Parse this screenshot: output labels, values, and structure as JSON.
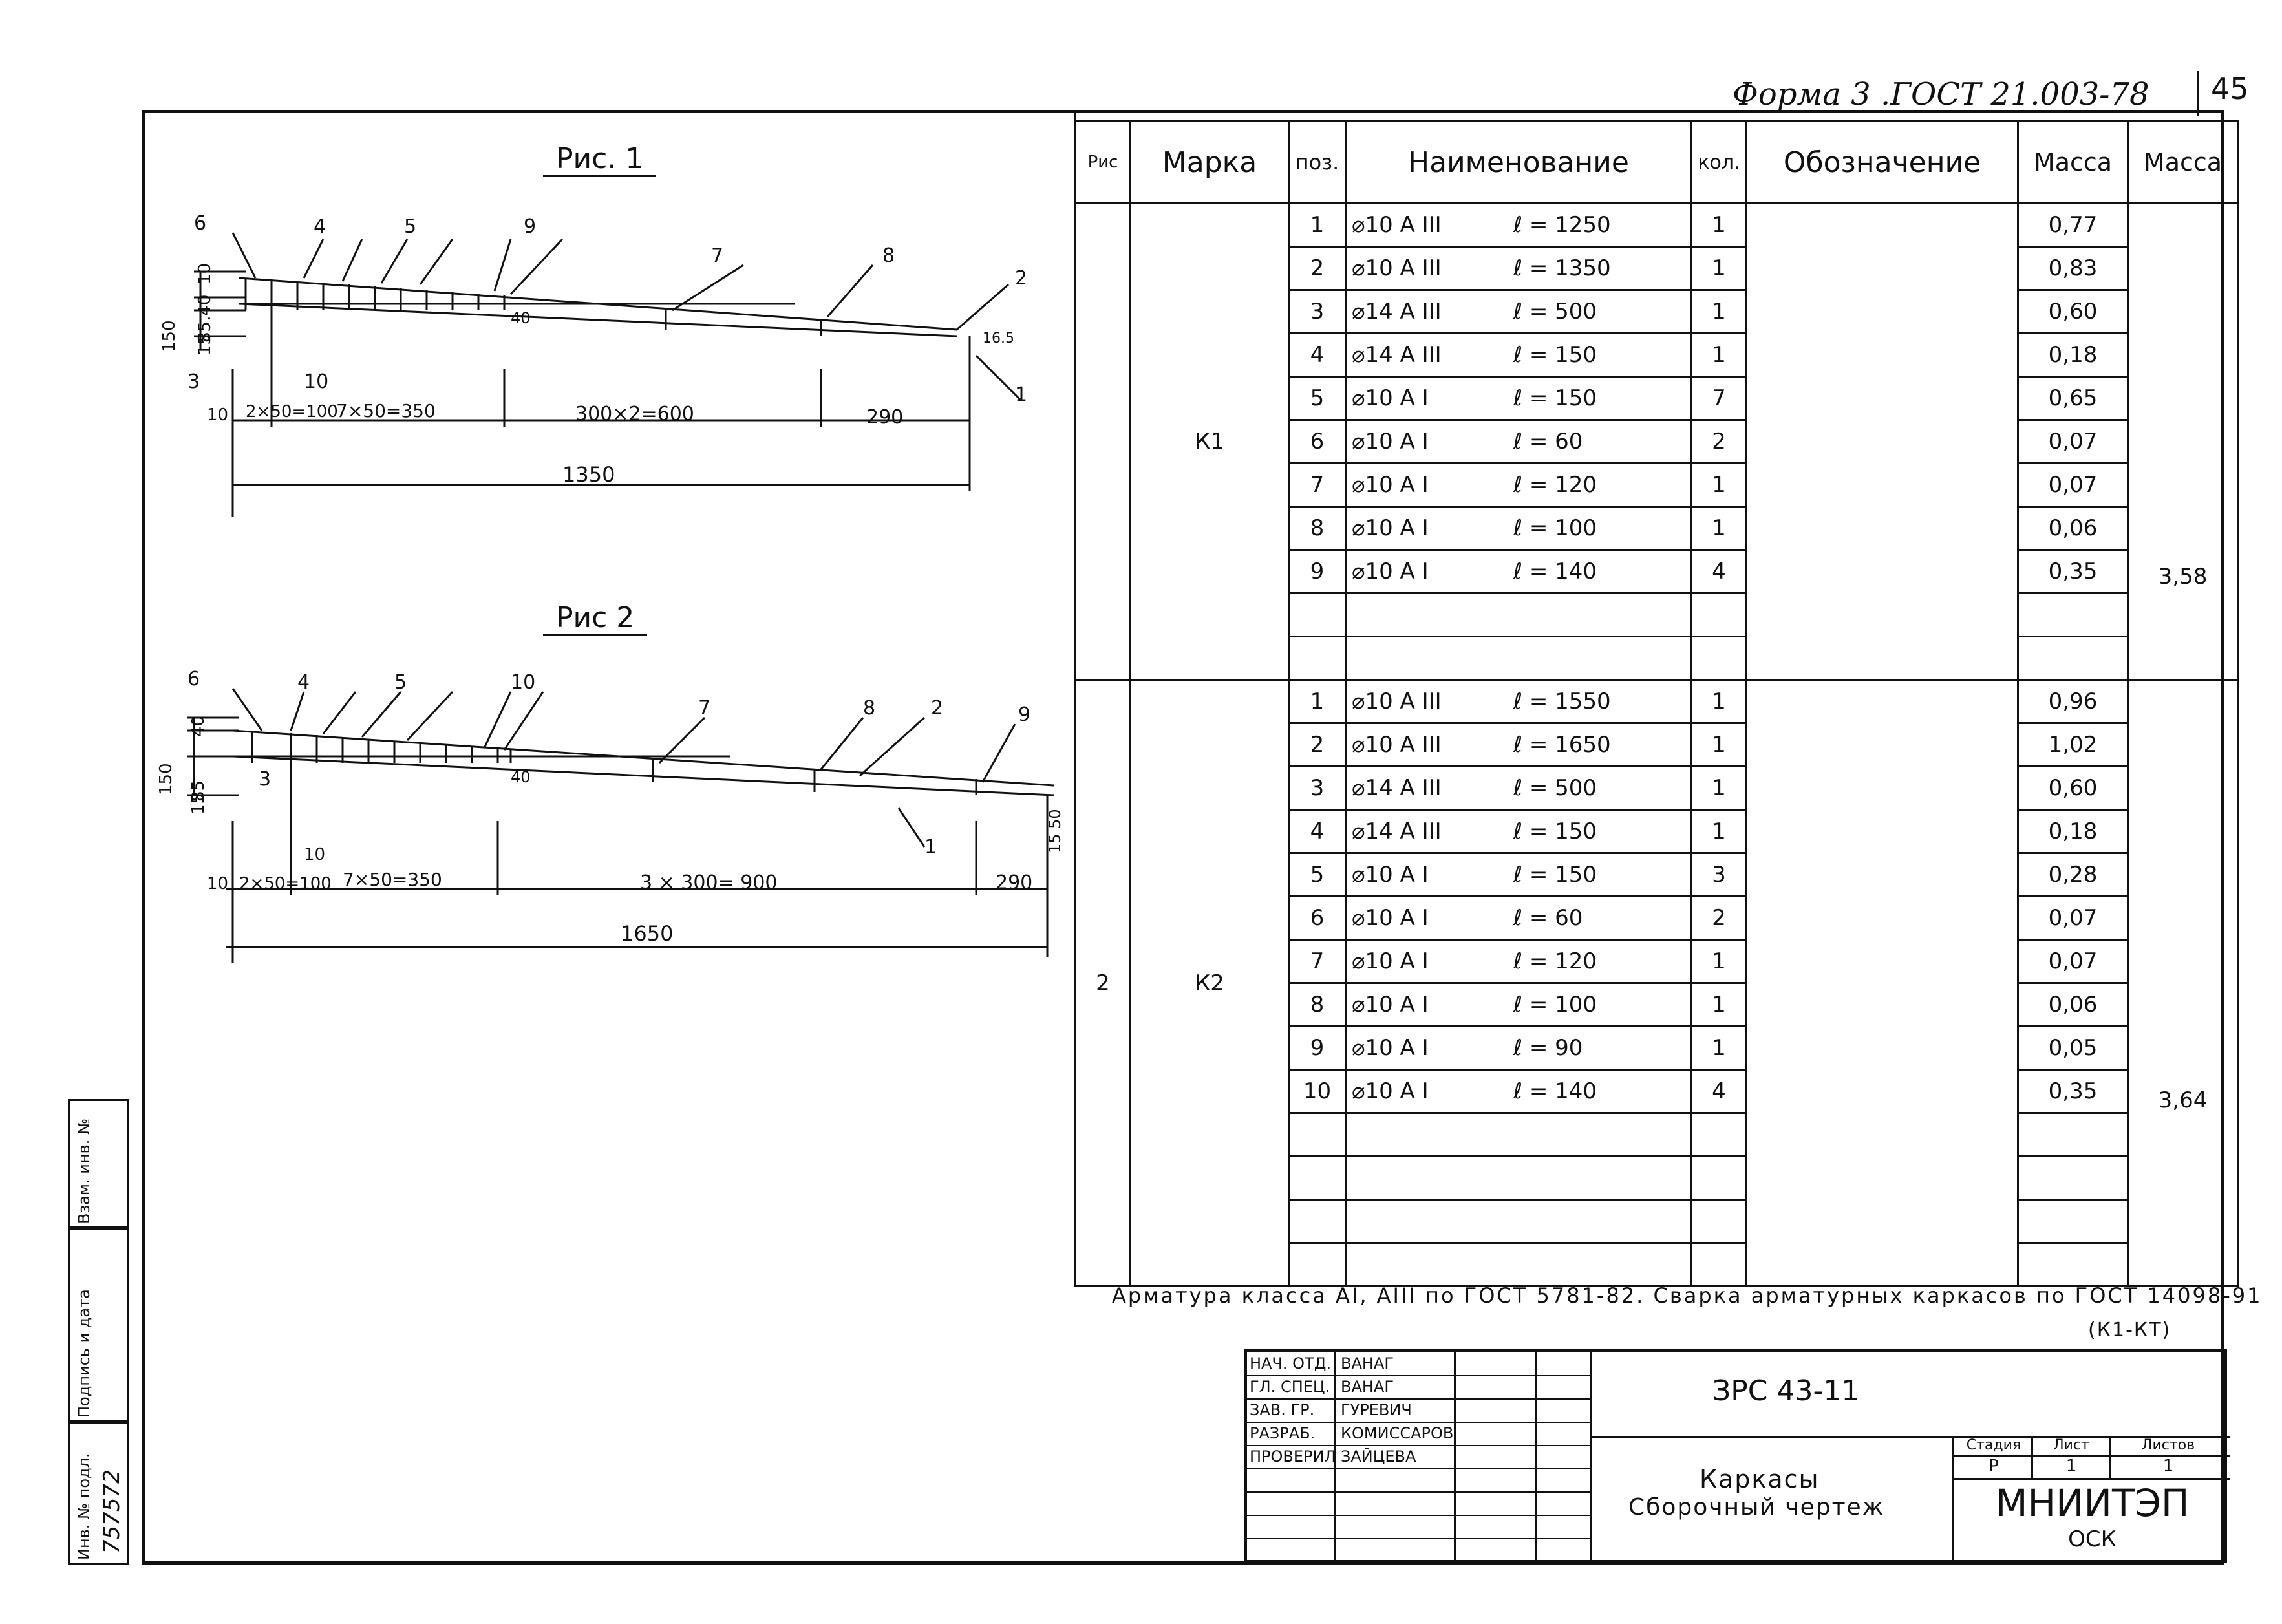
{
  "header": {
    "form_ref": "Форма 3 .ГОСТ 21.003-78",
    "sheet_no": "45"
  },
  "figures": {
    "fig1": {
      "title": "Рис. 1",
      "callouts": [
        "6",
        "4",
        "5",
        "9",
        "7",
        "8",
        "2",
        "3",
        "10",
        "1"
      ],
      "dims": {
        "h_total": "150",
        "h_parts": "85.40",
        "h_top": "10",
        "h_bot": "15",
        "d40": "40",
        "d165": "16.5",
        "d15": "15",
        "d10a": "10",
        "d10b": "10",
        "seg1": "2×50=100",
        "seg2": "7×50=350",
        "seg3": "300×2=600",
        "seg4": "290",
        "total": "1350"
      }
    },
    "fig2": {
      "title": "Рис 2",
      "callouts": [
        "6",
        "4",
        "5",
        "10",
        "7",
        "8",
        "2",
        "9",
        "3",
        "1"
      ],
      "dims": {
        "h_total": "150",
        "h_parts": "85",
        "h_top": "40",
        "h_bot": "15",
        "d40": "40",
        "d1550": "15 50",
        "d10a": "10",
        "d10b": "10",
        "seg1": "2×50=100",
        "seg2": "7×50=350",
        "seg3": "3 × 300= 900",
        "seg4": "290",
        "total": "1650"
      }
    }
  },
  "spec": {
    "headers": {
      "ris": "Рис",
      "marka": "Марка",
      "poz": "поз.",
      "name": "Наименование",
      "kol": "кол.",
      "oboz": "Обозначение",
      "massa1": "Масса",
      "massa2": "Масса"
    },
    "groups": [
      {
        "ris": "",
        "marka": "К1",
        "total": "3,58",
        "rows": [
          {
            "poz": "1",
            "name": "⌀10 А III",
            "len": "ℓ = 1250",
            "kol": "1",
            "mass": "0,77"
          },
          {
            "poz": "2",
            "name": "⌀10 А III",
            "len": "ℓ = 1350",
            "kol": "1",
            "mass": "0,83"
          },
          {
            "poz": "3",
            "name": "⌀14 А III",
            "len": "ℓ = 500",
            "kol": "1",
            "mass": "0,60"
          },
          {
            "poz": "4",
            "name": "⌀14 А III",
            "len": "ℓ = 150",
            "kol": "1",
            "mass": "0,18"
          },
          {
            "poz": "5",
            "name": "⌀10 А I",
            "len": "ℓ = 150",
            "kol": "7",
            "mass": "0,65"
          },
          {
            "poz": "6",
            "name": "⌀10 А I",
            "len": "ℓ = 60",
            "kol": "2",
            "mass": "0,07"
          },
          {
            "poz": "7",
            "name": "⌀10 А I",
            "len": "ℓ = 120",
            "kol": "1",
            "mass": "0,07"
          },
          {
            "poz": "8",
            "name": "⌀10 А I",
            "len": "ℓ = 100",
            "kol": "1",
            "mass": "0,06"
          },
          {
            "poz": "9",
            "name": "⌀10 А I",
            "len": "ℓ = 140",
            "kol": "4",
            "mass": "0,35"
          }
        ],
        "empty": 2
      },
      {
        "ris": "2",
        "marka": "К2",
        "total": "3,64",
        "rows": [
          {
            "poz": "1",
            "name": "⌀10 А III",
            "len": "ℓ = 1550",
            "kol": "1",
            "mass": "0,96"
          },
          {
            "poz": "2",
            "name": "⌀10 А III",
            "len": "ℓ = 1650",
            "kol": "1",
            "mass": "1,02"
          },
          {
            "poz": "3",
            "name": "⌀14 А III",
            "len": "ℓ = 500",
            "kol": "1",
            "mass": "0,60"
          },
          {
            "poz": "4",
            "name": "⌀14 А III",
            "len": "ℓ = 150",
            "kol": "1",
            "mass": "0,18"
          },
          {
            "poz": "5",
            "name": "⌀10 А I",
            "len": "ℓ = 150",
            "kol": "3",
            "mass": "0,28"
          },
          {
            "poz": "6",
            "name": "⌀10 А I",
            "len": "ℓ = 60",
            "kol": "2",
            "mass": "0,07"
          },
          {
            "poz": "7",
            "name": "⌀10 А I",
            "len": "ℓ = 120",
            "kol": "1",
            "mass": "0,07"
          },
          {
            "poz": "8",
            "name": "⌀10 А I",
            "len": "ℓ = 100",
            "kol": "1",
            "mass": "0,06"
          },
          {
            "poz": "9",
            "name": "⌀10 А I",
            "len": "ℓ = 90",
            "kol": "1",
            "mass": "0,05"
          },
          {
            "poz": "10",
            "name": "⌀10 А I",
            "len": "ℓ = 140",
            "kol": "4",
            "mass": "0,35"
          }
        ],
        "empty": 4
      }
    ]
  },
  "note": {
    "line1": "Арматура класса АI, АIII по ГОСТ 5781-82. Сварка арматурных каркасов по ГОСТ 14098-91",
    "line2": "(К1-КТ)"
  },
  "stamp": {
    "roles": [
      {
        "role": "НАЧ. ОТД.",
        "name": "ВАНАГ"
      },
      {
        "role": "ГЛ. СПЕЦ.",
        "name": "ВАНАГ"
      },
      {
        "role": "ЗАВ. ГР.",
        "name": "ГУРЕВИЧ"
      },
      {
        "role": "РАЗРАБ.",
        "name": "КОМИССАРОВ"
      },
      {
        "role": "ПРОВЕРИЛ",
        "name": "ЗАЙЦЕВА"
      }
    ],
    "code": "ЗРС 43-11",
    "title1": "Каркасы",
    "title2": "Сборочный чертеж",
    "stage_h": "Стадия",
    "sheet_h": "Лист",
    "sheets_h": "Листов",
    "stage": "Р",
    "sheet": "1",
    "sheets": "1",
    "org": "МНИИТЭП",
    "dept": "ОСК"
  },
  "sidebar": {
    "inv_podl": "Инв. № подл.",
    "inv_value": "757572",
    "sign_date": "Подпись и дата",
    "vzam": "Взам. инв. №"
  }
}
